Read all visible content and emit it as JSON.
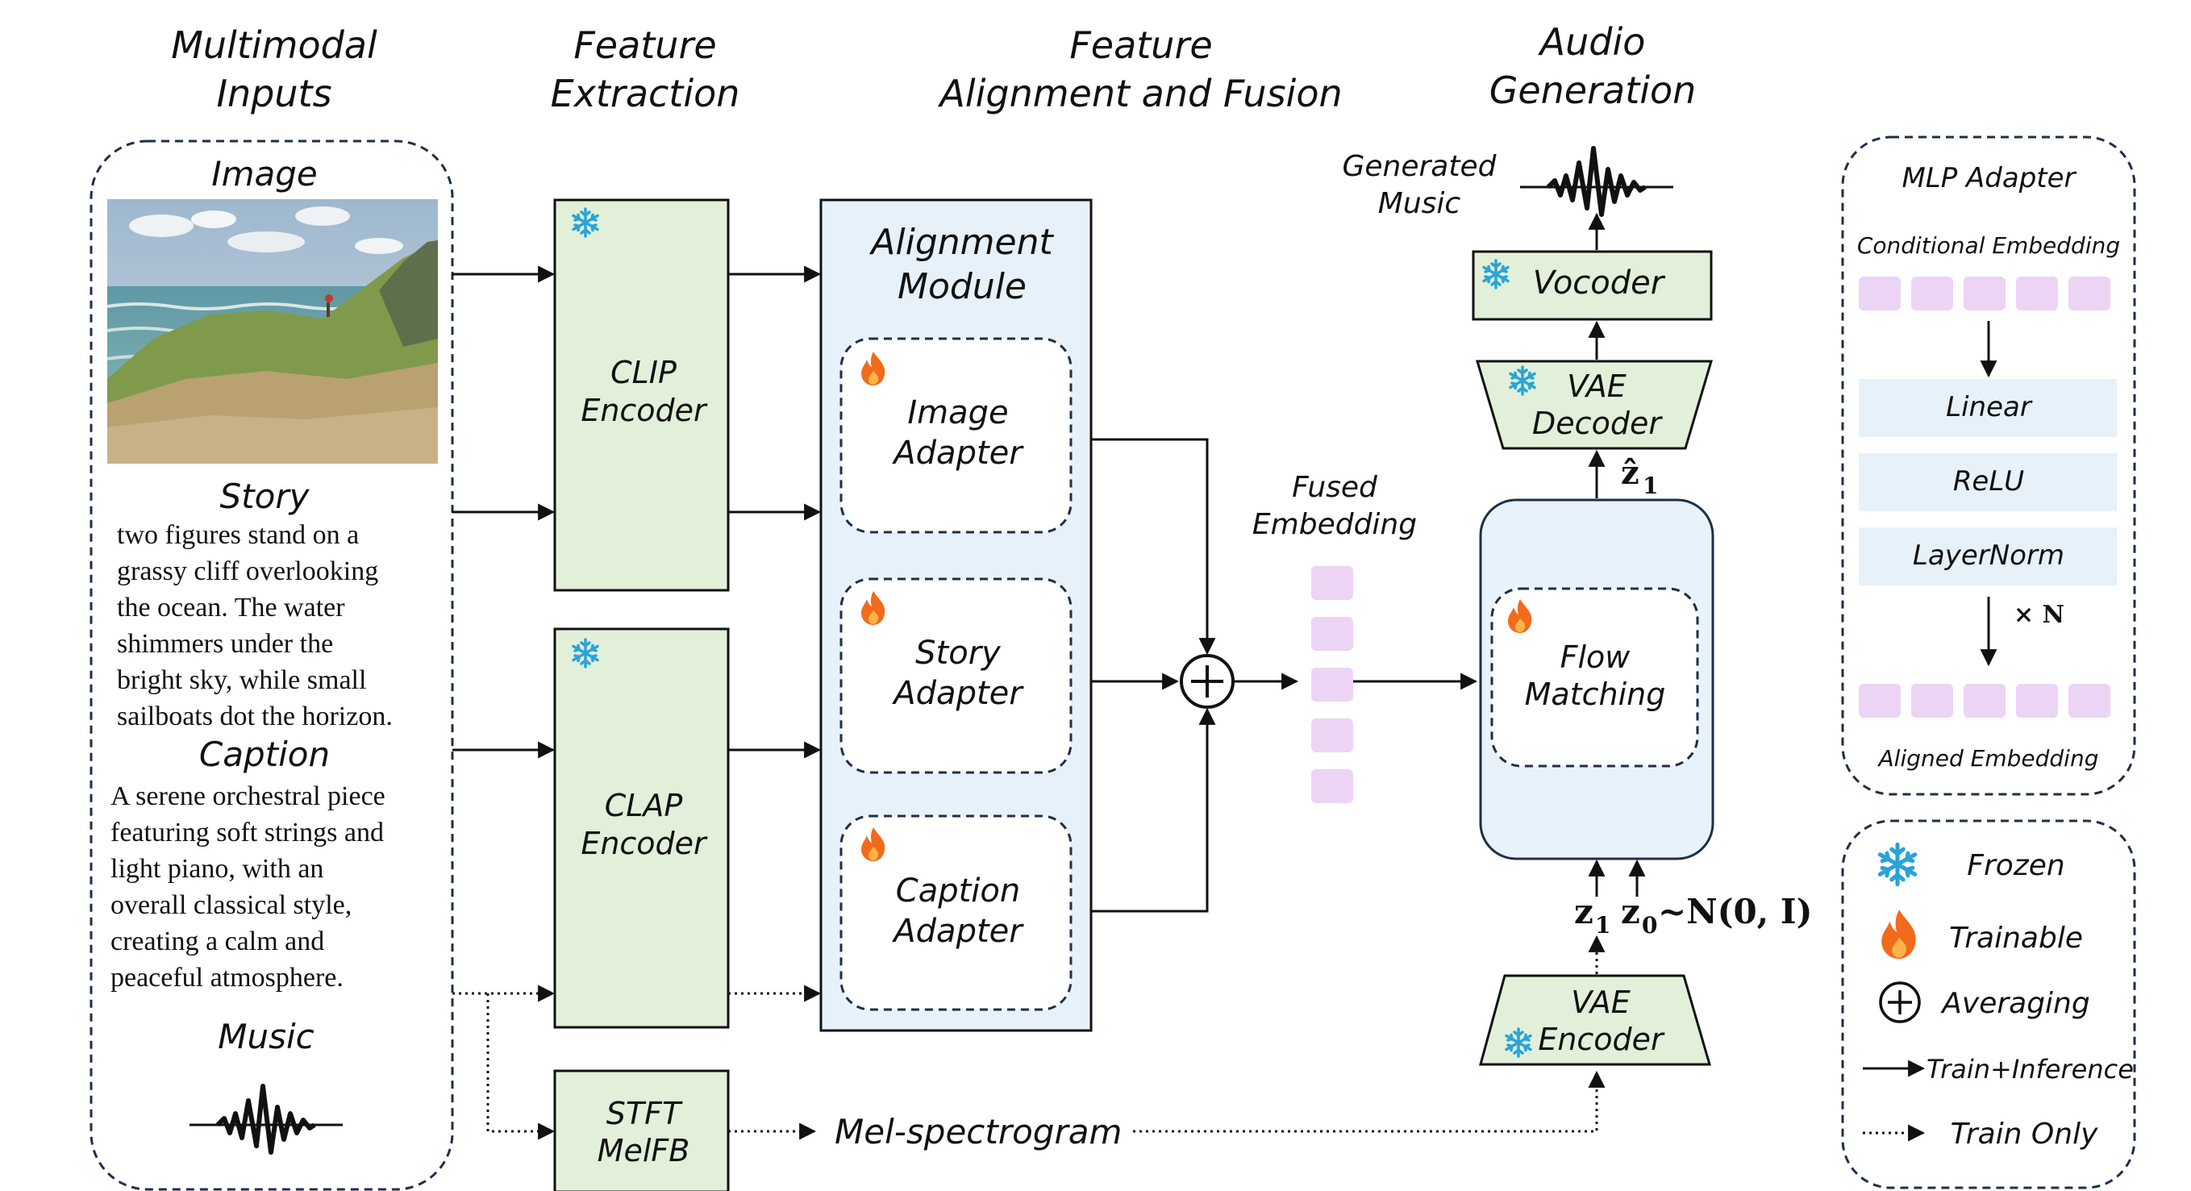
{
  "stage_titles": {
    "multimodal_inputs": [
      "Multimodal",
      "Inputs"
    ],
    "feature_extraction": [
      "Feature",
      "Extraction"
    ],
    "alignment_fusion": [
      "Feature",
      "Alignment and Fusion"
    ],
    "audio_generation": [
      "Audio",
      "Generation"
    ]
  },
  "inputs": {
    "image_label": "Image",
    "story_label": "Story",
    "story_text": [
      "two figures stand on a",
      "grassy cliff overlooking",
      "the ocean. The water",
      "shimmers under the",
      "bright sky, while small",
      "sailboats dot the horizon."
    ],
    "caption_label": "Caption",
    "caption_text": [
      "A serene orchestral piece",
      "featuring soft strings and",
      "light piano, with an",
      "overall classical style,",
      "creating a calm and",
      "peaceful atmosphere."
    ],
    "music_label": "Music"
  },
  "encoders": {
    "clip": [
      "CLIP",
      "Encoder"
    ],
    "clap": [
      "CLAP",
      "Encoder"
    ],
    "stft": [
      "STFT",
      "MelFB"
    ],
    "mel_spectrogram": "Mel-spectrogram"
  },
  "alignment": {
    "title": [
      "Alignment",
      "Module"
    ],
    "image_adapter": [
      "Image",
      "Adapter"
    ],
    "story_adapter": [
      "Story",
      "Adapter"
    ],
    "caption_adapter": [
      "Caption",
      "Adapter"
    ],
    "fused_embedding": [
      "Fused",
      "Embedding"
    ]
  },
  "generation": {
    "generated_music": [
      "Generated",
      "Music"
    ],
    "vocoder": "Vocoder",
    "vae_decoder": [
      "VAE",
      "Decoder"
    ],
    "z1_hat": "ẑ",
    "z1_hat_sub": "1",
    "flow_matching": [
      "Flow",
      "Matching"
    ],
    "z1": "z",
    "z1_sub": "1",
    "z0": "z",
    "z0_sub": "0",
    "noise": "~N(0, I)",
    "vae_encoder": [
      "VAE",
      "Encoder"
    ]
  },
  "mlp_adapter": {
    "title": "MLP Adapter",
    "conditional_embedding": "Conditional Embedding",
    "linear": "Linear",
    "relu": "ReLU",
    "layernorm": "LayerNorm",
    "repeat": "× N",
    "aligned_embedding": "Aligned Embedding"
  },
  "legend": {
    "frozen": "Frozen",
    "trainable": "Trainable",
    "averaging": "Averaging",
    "train_inference": "Train+Inference",
    "train_only": "Train Only"
  },
  "colors": {
    "encoder_green": "#e2efd9",
    "module_blue": "#e6f1fa",
    "embedding_pink": "#ecd4f5",
    "frozen_icon": "#2aa3d8",
    "trainable_icon": "#f26a1b"
  }
}
